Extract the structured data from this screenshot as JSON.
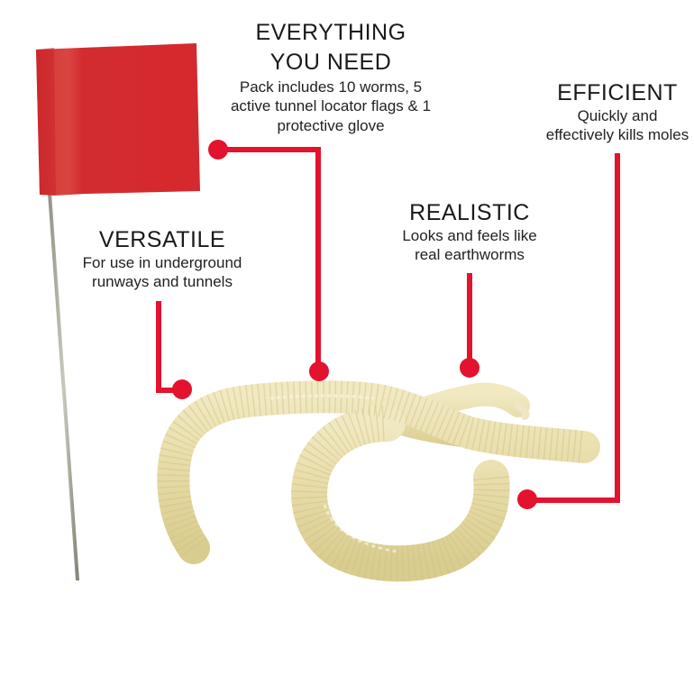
{
  "colors": {
    "background": "#ffffff",
    "accent_red": "#e3122f",
    "flag_red": "#d42a2e",
    "worm_body": "#e9dfae",
    "text": "#1c1c1c"
  },
  "product_image": {
    "flag": {
      "label": "tunnel-locator-flag",
      "color": "#d42a2e"
    },
    "worms": {
      "label": "artificial-worms",
      "color": "#e9dfae"
    }
  },
  "callouts": {
    "everything": {
      "title_lines": [
        "EVERYTHING",
        "YOU NEED"
      ],
      "body_lines": [
        "Pack includes 10 worms, 5",
        "active tunnel locator flags & 1",
        "protective glove"
      ]
    },
    "efficient": {
      "title": "EFFICIENT",
      "body_lines": [
        "Quickly and",
        "effectively kills moles"
      ]
    },
    "versatile": {
      "title": "VERSATILE",
      "body_lines": [
        "For use in underground",
        "runways and tunnels"
      ]
    },
    "realistic": {
      "title": "REALISTIC",
      "body_lines": [
        "Looks and feels like",
        "real earthworms"
      ]
    }
  }
}
